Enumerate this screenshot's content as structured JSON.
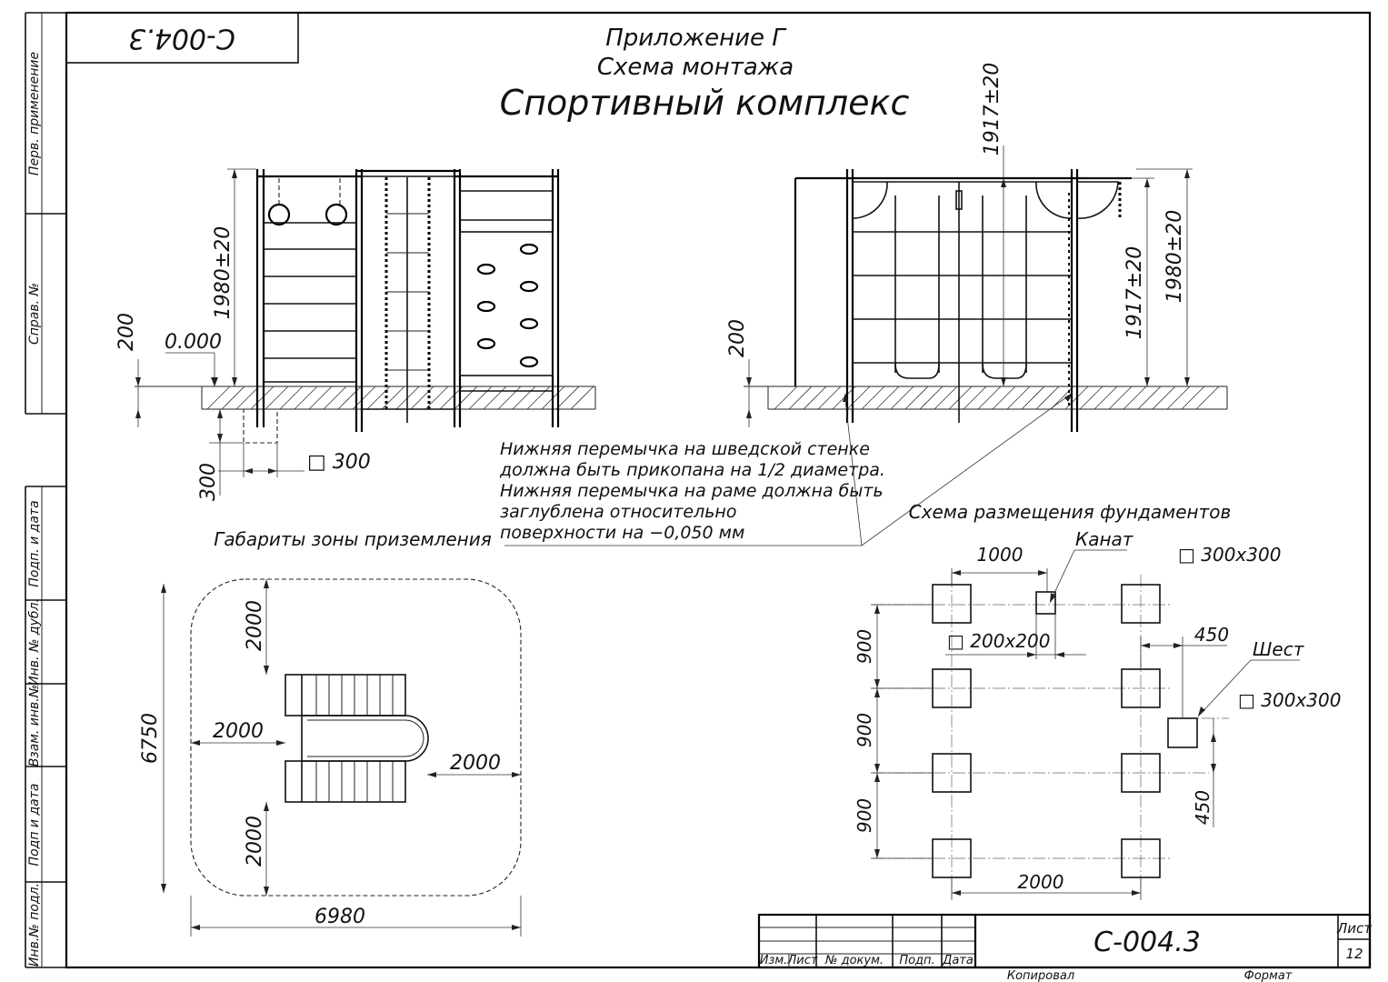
{
  "stamp_code": "С-004.3",
  "header": {
    "appendix": "Приложение Г",
    "scheme": "Схема монтажа",
    "title": "Спортивный комплекс"
  },
  "side_labels": [
    "Перв. применение",
    "Справ. №",
    "Подп. и дата",
    "Инв. № дубл.",
    "Взам. инв.№",
    "Подп и дата",
    "Инв.№ подл."
  ],
  "elevation_left": {
    "height": "1980±20",
    "offset": "200",
    "level": "0.000",
    "depth": "300",
    "section": "□ 300"
  },
  "elevation_right": {
    "top_height": "1917±20",
    "offset": "200",
    "height_a": "1917±20",
    "height_b": "1980±20"
  },
  "note_lines": [
    "Нижняя перемычка на шведской стенке",
    "должна быть прикопана на 1/2 диаметра.",
    "Нижняя перемычка на раме должна быть",
    "заглублена относительно",
    " поверхности на −0,050 мм"
  ],
  "zone": {
    "title": "Габариты зоны приземления",
    "dim_total_h": "6750",
    "dim_total_w": "6980",
    "dim_top": "2000",
    "dim_bottom": "2000",
    "dim_left": "2000",
    "dim_right": "2000"
  },
  "foundation": {
    "title": "Схема размещения фундаментов",
    "dim_spacing": "1000",
    "rope_label": "Канат",
    "size_main": "□ 300х300",
    "size_rope": "□ 200х200",
    "dim_pole_x": "450",
    "pole_label": "Шест",
    "size_pole": "□ 300х300",
    "rows": [
      "900",
      "900",
      "900"
    ],
    "dim_pole_y": "450",
    "dim_width": "2000"
  },
  "title_block": {
    "col_headers": [
      "Изм.",
      "Лист",
      "№ докум.",
      "Подп.",
      "Дата"
    ],
    "doc_code": "С-004.3",
    "sheet_label": "Лист",
    "sheet_number": "12",
    "copied_label": "Копировал",
    "format_label": "Формат"
  }
}
